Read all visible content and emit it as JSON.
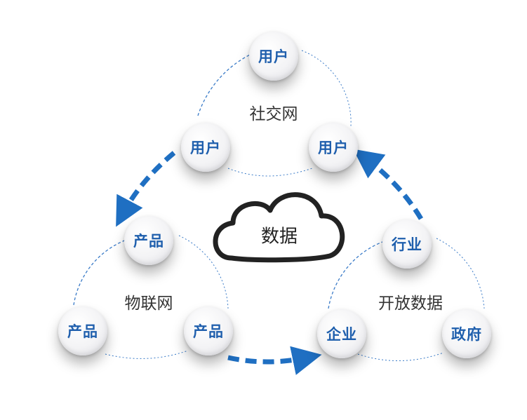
{
  "center": {
    "label": "数据"
  },
  "clusters": [
    {
      "label": "社交网",
      "nodes": [
        "用户",
        "用户",
        "用户"
      ]
    },
    {
      "label": "物联网",
      "nodes": [
        "产品",
        "产品",
        "产品"
      ]
    },
    {
      "label": "开放数据",
      "nodes": [
        "行业",
        "企业",
        "政府"
      ]
    }
  ],
  "colors": {
    "accent": "#1f6fc2",
    "node_text": "#1f5fad",
    "dashed": "#3a7bc8"
  }
}
